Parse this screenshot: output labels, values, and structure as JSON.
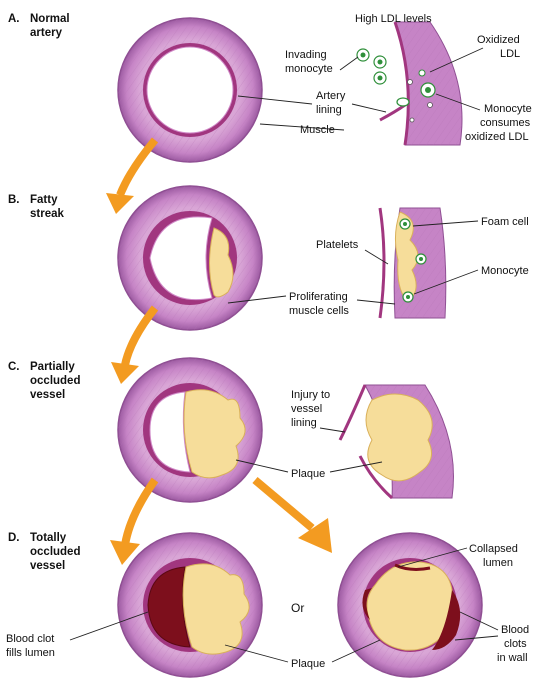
{
  "stages": [
    {
      "letter": "A.",
      "line1": "Normal",
      "line2": "artery"
    },
    {
      "letter": "B.",
      "line1": "Fatty",
      "line2": "streak"
    },
    {
      "letter": "C.",
      "line1": "Partially",
      "line2": "occluded",
      "line3": "vessel"
    },
    {
      "letter": "D.",
      "line1": "Totally",
      "line2": "occluded",
      "line3": "vessel"
    }
  ],
  "labels": {
    "high_ldl": "High LDL levels",
    "oxidized_ldl_1": "Oxidized",
    "oxidized_ldl_2": "LDL",
    "invading_monocyte_1": "Invading",
    "invading_monocyte_2": "monocyte",
    "artery_lining_1": "Artery",
    "artery_lining_2": "lining",
    "muscle": "Muscle",
    "monocyte_consumes_1": "Monocyte",
    "monocyte_consumes_2": "consumes",
    "monocyte_consumes_3": "oxidized LDL",
    "foam_cell": "Foam cell",
    "platelets": "Platelets",
    "monocyte": "Monocyte",
    "proliferating_1": "Proliferating",
    "proliferating_2": "muscle cells",
    "injury_1": "Injury to",
    "injury_2": "vessel",
    "injury_3": "lining",
    "plaque_c": "Plaque",
    "or": "Or",
    "collapsed_1": "Collapsed",
    "collapsed_2": "lumen",
    "blood_clot_1": "Blood clot",
    "blood_clot_2": "fills lumen",
    "plaque_d": "Plaque",
    "blood_clots_1": "Blood",
    "blood_clots_2": "clots",
    "blood_clots_3": "in wall"
  },
  "colors": {
    "muscle": "#c684c6",
    "muscle_dark": "#8f4f93",
    "lining": "#a1367f",
    "plaque": "#f6dd9a",
    "plaque_edge": "#d9b05a",
    "clot": "#7d0f1c",
    "arrow": "#f39b21",
    "cell": "#2f8f3a"
  }
}
